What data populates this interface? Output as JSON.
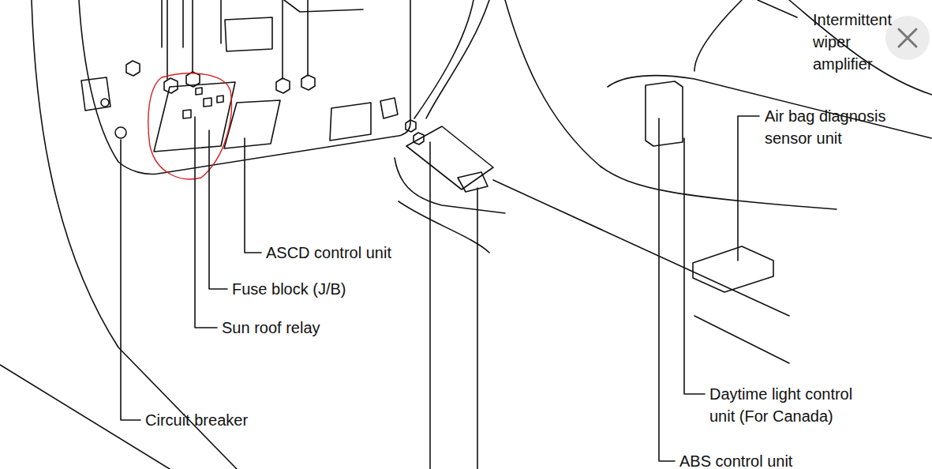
{
  "diagram": {
    "labels": [
      "Intermittent wiper amplifier",
      "Air bag diagnosis sensor unit",
      "ASCD control unit",
      "Fuse block (J/B)",
      "Sun roof relay",
      "Circuit breaker",
      "Daytime light control unit (For Canada)",
      "ABS control unit"
    ]
  }
}
